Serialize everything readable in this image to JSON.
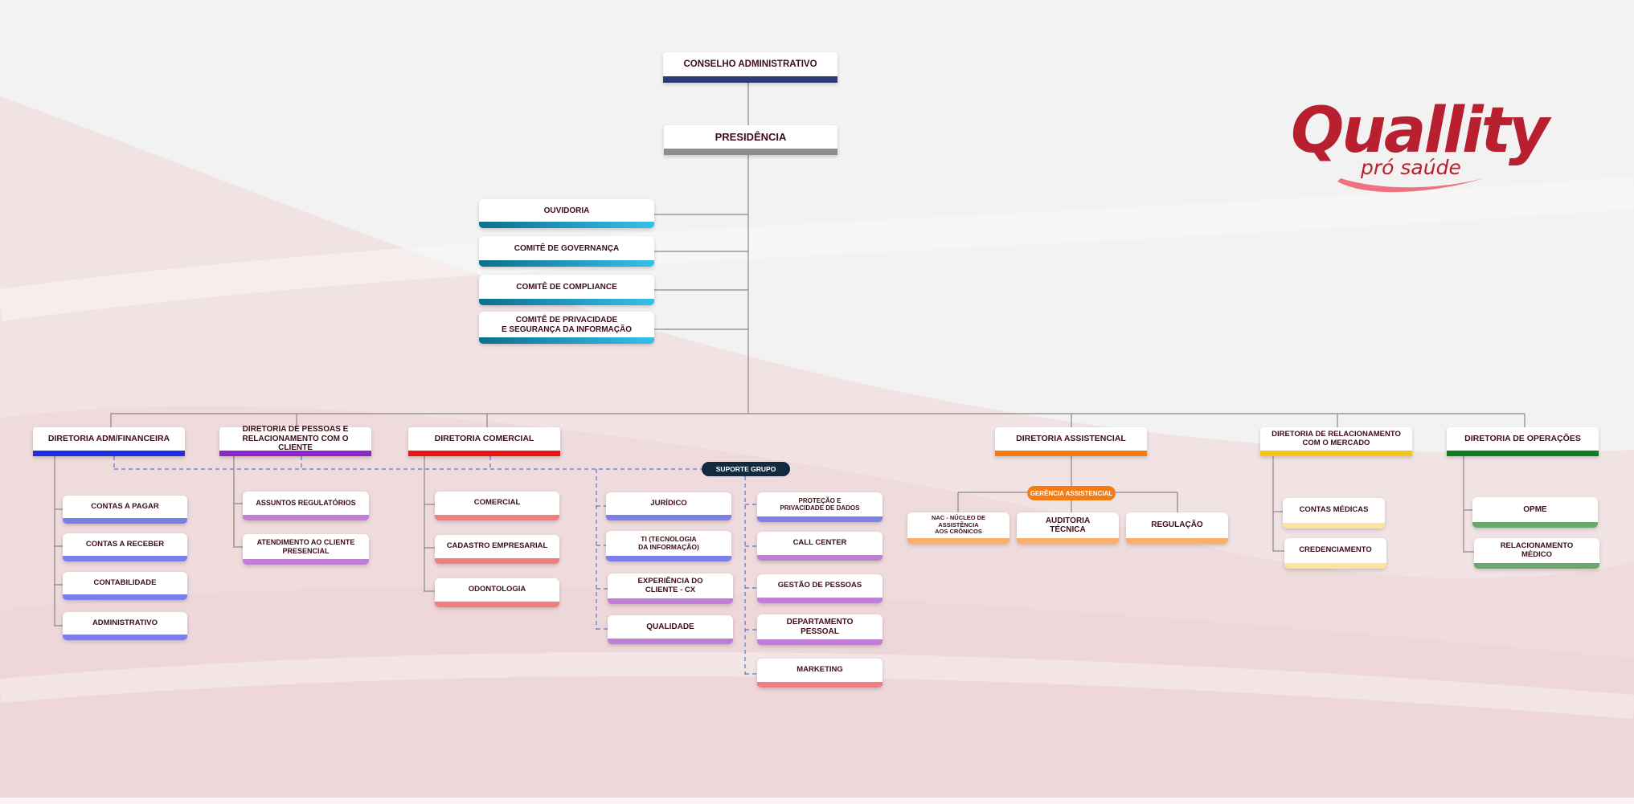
{
  "colors": {
    "navy": "#2e3b78",
    "gray": "#8c8c8c",
    "teal_dark": "#0c6f8d",
    "teal_light": "#36c0ec",
    "blue_adm": "#1c2fe4",
    "purple_pessoas": "#8e24c9",
    "red_comercial": "#ef1414",
    "orange_assist": "#f57c12",
    "yellow_rel": "#f6c51c",
    "green_oper": "#0c7d1c",
    "periwinkle": "#7b7fe7",
    "lilac": "#c07ed7",
    "salmon": "#f47c7c",
    "peach": "#fab069",
    "light_yellow": "#fbe49c",
    "light_green": "#6aa86c",
    "navy_pill": "#122a40",
    "orange_pill": "#f57c12",
    "logo_red": "#b8202f",
    "logo_swoosh": "#ef7280"
  },
  "logo": {
    "wordmark": "Quallity",
    "tagline": "pró saúde"
  },
  "top": {
    "conselho": "CONSELHO ADMINISTRATIVO",
    "presidencia": "PRESIDÊNCIA"
  },
  "advisory": [
    {
      "label": "OUVIDORIA"
    },
    {
      "label": "COMITÊ DE GOVERNANÇA"
    },
    {
      "label": "COMITÊ DE COMPLIANCE"
    },
    {
      "label": "COMITÊ DE PRIVACIDADE\nE SEGURANÇA DA INFORMAÇÃO"
    }
  ],
  "directorates": {
    "adm": "DIRETORIA ADM/FINANCEIRA",
    "pessoas": "DIRETORIA DE PESSOAS E\nRELACIONAMENTO COM O CLIENTE",
    "comercial": "DIRETORIA COMERCIAL",
    "assistencial": "DIRETORIA ASSISTENCIAL",
    "relacionamento": "DIRETORIA DE RELACIONAMENTO\nCOM O MERCADO",
    "operacoes": "DIRETORIA DE OPERAÇÕES"
  },
  "suporte_grupo": "SUPORTE GRUPO",
  "gerencia_assistencial": "GERÊNCIA ASSISTENCIAL",
  "adm_units": [
    "CONTAS A PAGAR",
    "CONTAS A RECEBER",
    "CONTABILIDADE",
    "ADMINISTRATIVO"
  ],
  "pessoas_units": [
    "ASSUNTOS REGULATÓRIOS",
    "ATENDIMENTO AO CLIENTE\nPRESENCIAL"
  ],
  "comercial_units": [
    "COMERCIAL",
    "CADASTRO EMPRESARIAL",
    "ODONTOLOGIA"
  ],
  "suporte_left": [
    "JURÍDICO",
    "TI (TECNOLOGIA\nDA INFORMAÇÃO)",
    "EXPERIÊNCIA DO\nCLIENTE - CX",
    "QUALIDADE"
  ],
  "suporte_right": [
    "PROTEÇÃO E\nPRIVACIDADE DE DADOS",
    "CALL CENTER",
    "GESTÃO DE PESSOAS",
    "DEPARTAMENTO\nPESSOAL",
    "MARKETING"
  ],
  "assistencial_units": [
    "NAC - NÚCLEO DE ASSISTÊNCIA\nAOS CRÔNICOS",
    "AUDITORIA\nTÉCNICA",
    "REGULAÇÃO"
  ],
  "relacionamento_units": [
    "CONTAS MÉDICAS",
    "CREDENCIAMENTO"
  ],
  "operacoes_units": [
    "OPME",
    "RELACIONAMENTO\nMÉDICO"
  ]
}
